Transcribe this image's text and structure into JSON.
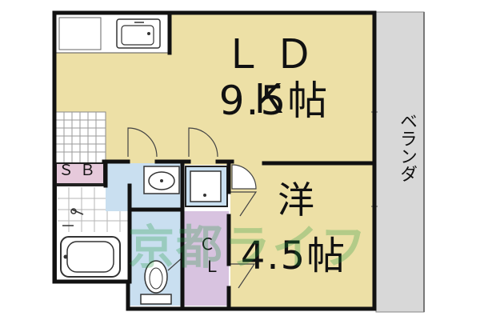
{
  "colors": {
    "wall": "#111111",
    "living_floor": "#ede0a6",
    "wet_floor": "#c9dff0",
    "closet_floor": "#d8c3e0",
    "storage_floor": "#e6c9db",
    "tile": "#ffffff",
    "balcony": "#d8d8d8",
    "watermark": "#1e963c"
  },
  "rooms": {
    "ldk": {
      "type": "ＬＤＫ",
      "size": "9.5帖"
    },
    "western": {
      "type": "洋",
      "size": "4.5帖"
    },
    "storage": {
      "label": "ＳＢ"
    },
    "closet": {
      "label_top": "Ｃ",
      "label_bottom": "Ｌ"
    },
    "balcony": {
      "label": "ベランダ"
    }
  },
  "watermark": {
    "text": "京都ライフ"
  },
  "icons": [
    "sink-icon",
    "stove-icon",
    "washbasin-icon",
    "washer-pan-icon",
    "bathtub-icon",
    "shower-icon",
    "toilet-icon"
  ]
}
